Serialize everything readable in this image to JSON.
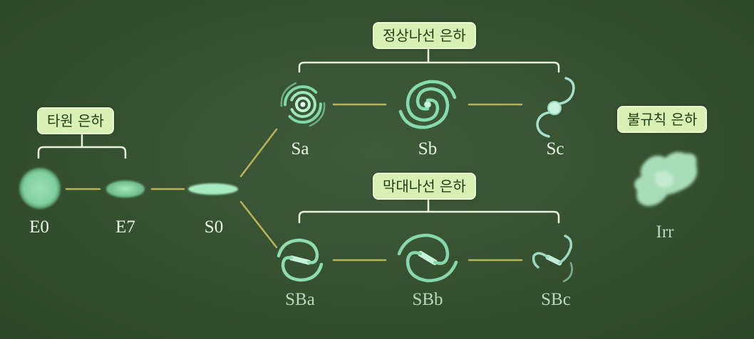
{
  "groups": {
    "elliptical": "타원 은하",
    "normal_spiral": "정상나선 은하",
    "barred_spiral": "막대나선 은하",
    "irregular": "불규칙 은하"
  },
  "labels": {
    "e0": "E0",
    "e7": "E7",
    "s0": "S0",
    "sa": "Sa",
    "sb": "Sb",
    "sc": "Sc",
    "sba": "SBa",
    "sbb": "SBb",
    "sbc": "SBc",
    "irr": "Irr"
  },
  "colors": {
    "background": "#34502f",
    "connector": "#b7b45a",
    "bracket": "#e8f2dc",
    "galaxy": "#8fe0b0",
    "tag_fill": "#d8f0b4",
    "tag_text": "#1f3d12"
  }
}
